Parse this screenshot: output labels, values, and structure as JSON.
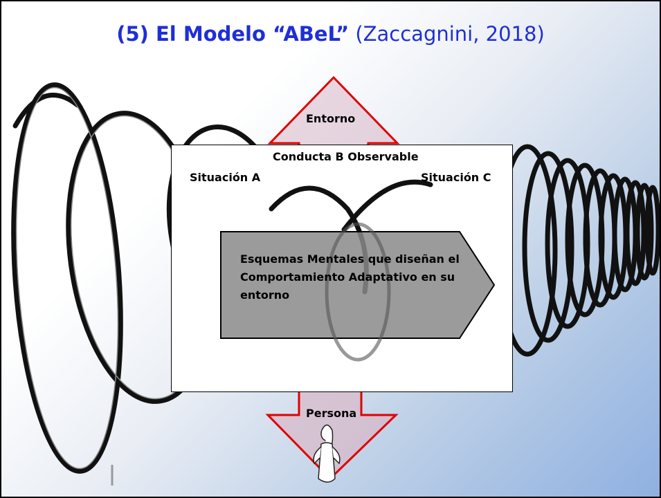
{
  "slide": {
    "title_bold": "(5) El Modelo “ABeL”",
    "title_normal": " (Zaccagnini, 2018)"
  },
  "diagram": {
    "top_arrow_label": "Entorno",
    "behavior_label": "Conducta B Observable",
    "situation_a_label": "Situación A",
    "situation_c_label": "Situación C",
    "schema_text": "Esquemas Mentales que diseñan el Comportamiento Adaptativo en su entorno",
    "bottom_arrow_label": "Persona"
  },
  "colors": {
    "title": "#1f2fd6",
    "arrow_border": "#e00000",
    "arrow_fill": "#d8b8c8",
    "schema_fill": "#8a8a8a"
  },
  "icons": [
    "spring-coil-icon",
    "woman-figure-icon"
  ]
}
